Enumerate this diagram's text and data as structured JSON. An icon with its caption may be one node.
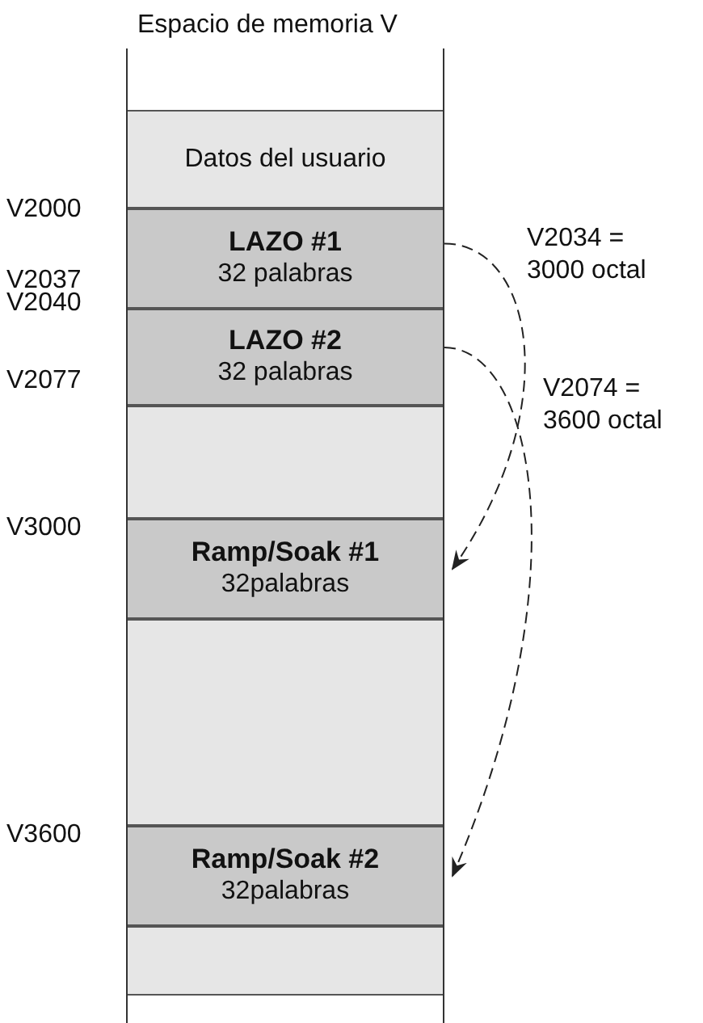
{
  "diagram": {
    "nodes": [
      {
        "text": [
          "Espacio de memoria V"
        ]
      },
      {
        "text": [
          "Datos del usuario"
        ],
        "in": 0
      },
      {
        "text": [
          "LAZO #1",
          "32 palabras"
        ],
        "in": 0,
        "beside": [
          "V2000",
          "V2037"
        ]
      },
      {
        "text": [
          "LAZO #2",
          "32 palabras"
        ],
        "in": 0,
        "beside": [
          "V2040",
          "V2077"
        ]
      },
      {
        "text": [],
        "shape": "box",
        "in": 0
      },
      {
        "text": [
          "Ramp/Soak #1",
          "32palabras"
        ],
        "in": 0,
        "beside": [
          "V3000"
        ]
      },
      {
        "text": [],
        "shape": "box",
        "in": 0
      },
      {
        "text": [
          "Ramp/Soak #2",
          "32palabras"
        ],
        "in": 0,
        "beside": [
          "V3600"
        ]
      },
      {
        "text": [],
        "shape": "box",
        "in": 0
      }
    ],
    "edges": [
      {
        "from": 2,
        "to": 5,
        "arrow": "to",
        "style": "dashed",
        "label": "V2034 = 3000 octal"
      },
      {
        "from": 3,
        "to": 7,
        "arrow": "to",
        "style": "dashed",
        "label": "V2074 = 3600 octal"
      }
    ]
  }
}
